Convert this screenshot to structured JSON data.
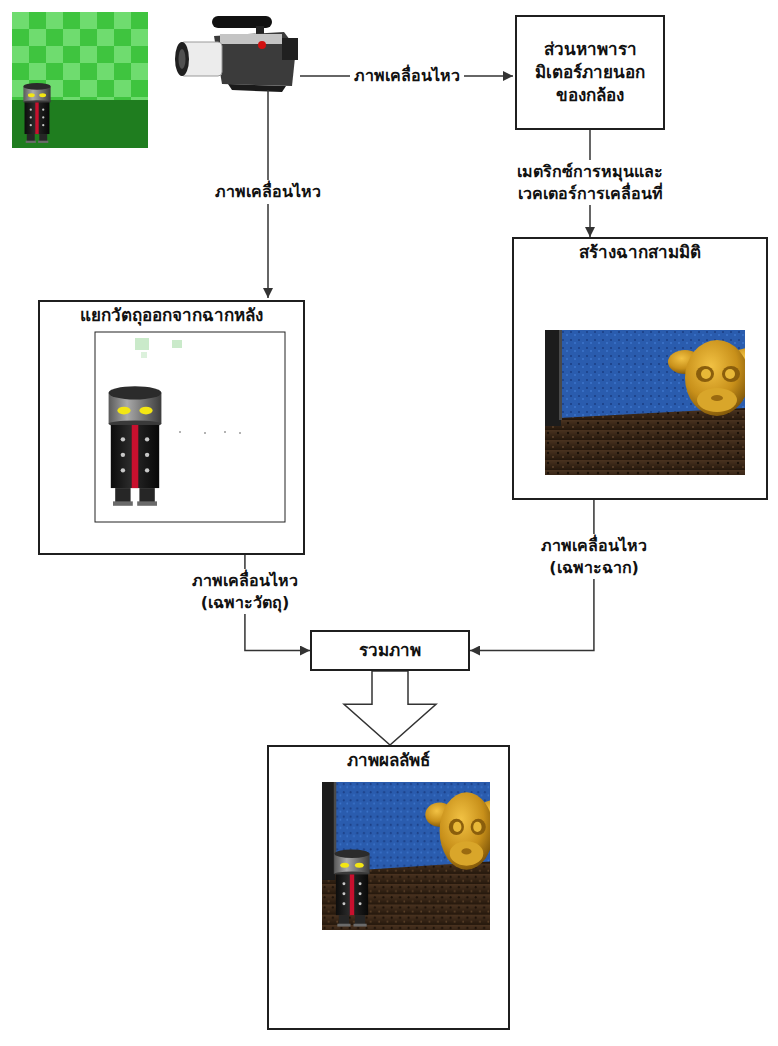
{
  "diagram": {
    "nodes": [
      {
        "text": [
          "ส่วนหาพารา มิเตอร์ภายนอก ของกล้อง"
        ]
      },
      {
        "text": [
          "แยกวัตถุออกจากฉากหลัง"
        ]
      },
      {
        "text": [
          "สร้างฉากสามมิติ"
        ]
      },
      {
        "text": [
          "รวมภาพ"
        ]
      },
      {
        "text": [
          "ภาพผลลัพธ์"
        ]
      }
    ],
    "edges": [
      {
        "from": 0,
        "to": 2,
        "arrow": "to",
        "label": "เมตริกซ์การหมุนและ เวคเตอร์การเคลื่อนที่"
      },
      {
        "from": 1,
        "to": 3,
        "arrow": "to",
        "label": "ภาพเคลื่อนไหว (เฉพาะวัตถุ)"
      },
      {
        "from": 2,
        "to": 3,
        "arrow": "to",
        "label": "ภาพเคลื่อนไหว (เฉพาะฉาก)"
      },
      {
        "from": 3,
        "to": 4,
        "arrow": "to"
      }
    ],
    "labels": [
      "ภาพเคลื่อนไหว",
      "ภาพเคลื่อนไหว"
    ]
  }
}
